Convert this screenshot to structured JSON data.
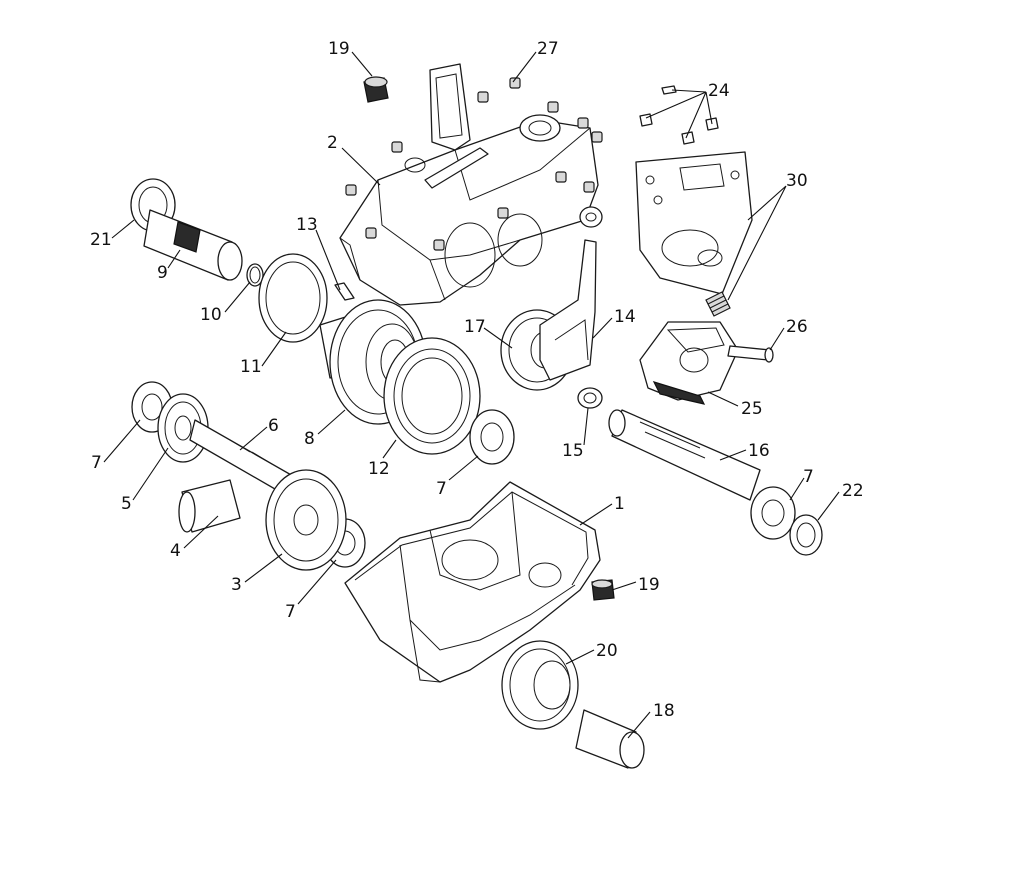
{
  "callouts": [
    {
      "id": "c19a",
      "text": "19"
    },
    {
      "id": "c27",
      "text": "27"
    },
    {
      "id": "c24",
      "text": "24"
    },
    {
      "id": "c2",
      "text": "2"
    },
    {
      "id": "c30",
      "text": "30"
    },
    {
      "id": "c21",
      "text": "21"
    },
    {
      "id": "c13",
      "text": "13"
    },
    {
      "id": "c9",
      "text": "9"
    },
    {
      "id": "c10",
      "text": "10"
    },
    {
      "id": "c17",
      "text": "17"
    },
    {
      "id": "c14",
      "text": "14"
    },
    {
      "id": "c26",
      "text": "26"
    },
    {
      "id": "c11",
      "text": "11"
    },
    {
      "id": "c25",
      "text": "25"
    },
    {
      "id": "c6",
      "text": "6"
    },
    {
      "id": "c8",
      "text": "8"
    },
    {
      "id": "c15",
      "text": "15"
    },
    {
      "id": "c16",
      "text": "16"
    },
    {
      "id": "c12",
      "text": "12"
    },
    {
      "id": "c7a",
      "text": "7"
    },
    {
      "id": "c7b",
      "text": "7"
    },
    {
      "id": "c7c",
      "text": "7"
    },
    {
      "id": "c7d",
      "text": "7"
    },
    {
      "id": "c5",
      "text": "5"
    },
    {
      "id": "c22",
      "text": "22"
    },
    {
      "id": "c1",
      "text": "1"
    },
    {
      "id": "c4",
      "text": "4"
    },
    {
      "id": "c3",
      "text": "3"
    },
    {
      "id": "c19b",
      "text": "19"
    },
    {
      "id": "c20",
      "text": "20"
    },
    {
      "id": "c18",
      "text": "18"
    }
  ]
}
